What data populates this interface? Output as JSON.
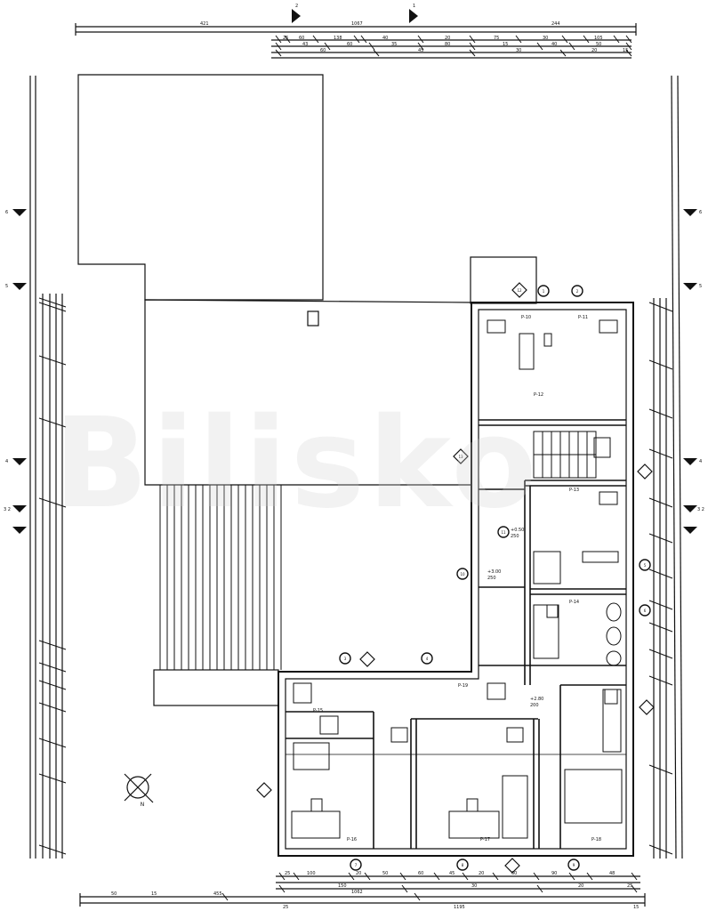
{
  "watermark": {
    "text": "Bilisko"
  },
  "section_markers": {
    "top_left": "2",
    "top_right": "1",
    "left_1": "6",
    "left_2": "5",
    "left_3": "4",
    "left_4": "3 2",
    "right_1": "6",
    "right_2": "5",
    "right_3": "4",
    "right_4": "3 2"
  },
  "top_dimensions": {
    "overall": [
      "421",
      "1067",
      "244"
    ],
    "segments": [
      "25",
      "60",
      "138",
      "40",
      "20",
      "75",
      "30",
      "105",
      "43",
      "60",
      "35",
      "80",
      "15",
      "40",
      "50",
      "60",
      "45",
      "30",
      "20",
      "15"
    ]
  },
  "bottom_dimensions": {
    "overall": [
      "1062"
    ],
    "left": [
      "50",
      "15",
      "455"
    ],
    "segments": [
      "25",
      "100",
      "20",
      "50",
      "60",
      "45",
      "20",
      "60",
      "90",
      "150",
      "30",
      "20",
      "48",
      "25"
    ],
    "run": [
      "25",
      "1195",
      "15"
    ]
  },
  "room_labels": {
    "r1": "P-10",
    "r2": "P-11",
    "r3": "P-12",
    "r4": "P-13",
    "r5": "P-14",
    "r6": "P-15",
    "r7": "P-16",
    "r8": "P-17",
    "r9": "P-18",
    "r10": "P-19"
  },
  "level_marks": {
    "l1": "+0.50",
    "l2": "250",
    "l3": "+3.00",
    "l4": "250",
    "l5": "+2.80",
    "l6": "200"
  },
  "callouts": [
    "1",
    "2",
    "3",
    "4",
    "5",
    "6",
    "7",
    "8",
    "9",
    "10",
    "11",
    "12",
    "13"
  ],
  "compass": {
    "label": "N"
  }
}
